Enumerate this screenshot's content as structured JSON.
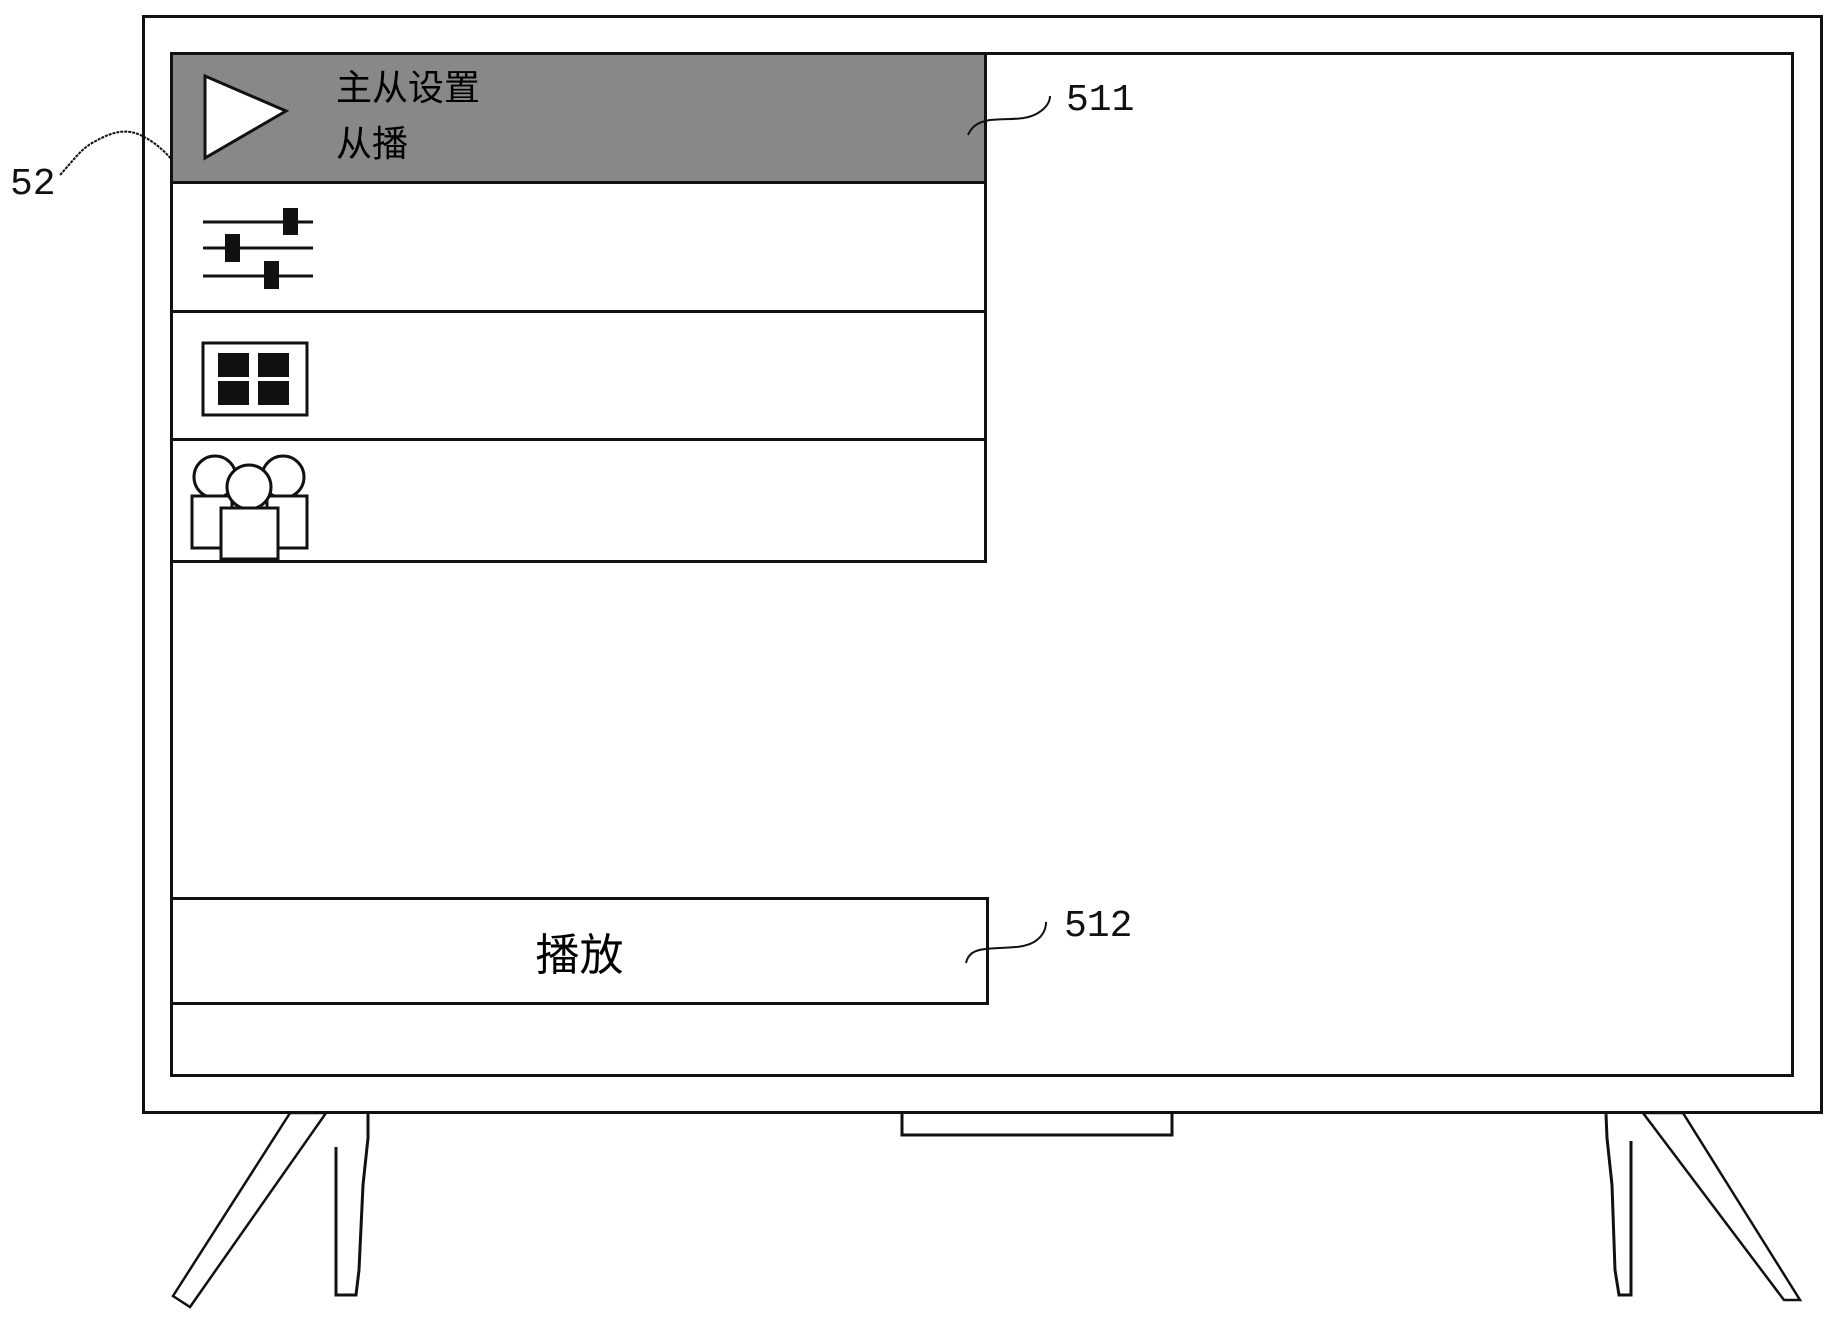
{
  "figure": {
    "type": "patent-style TV UI diagram",
    "colors": {
      "selected_row_bg": "#888888",
      "line": "#111111",
      "background": "#ffffff"
    }
  },
  "menu": {
    "items": [
      {
        "icon": "play-triangle-icon",
        "title": "主从设置",
        "subtitle": "从播",
        "selected": true
      },
      {
        "icon": "sliders-icon",
        "title": "",
        "subtitle": ""
      },
      {
        "icon": "grid-window-icon",
        "title": "",
        "subtitle": ""
      },
      {
        "icon": "people-group-icon",
        "title": "",
        "subtitle": ""
      }
    ]
  },
  "play_button": {
    "label": "播放"
  },
  "annotations": {
    "menu_panel_ref": "52",
    "selected_item_ref": "511",
    "play_button_ref": "512"
  }
}
